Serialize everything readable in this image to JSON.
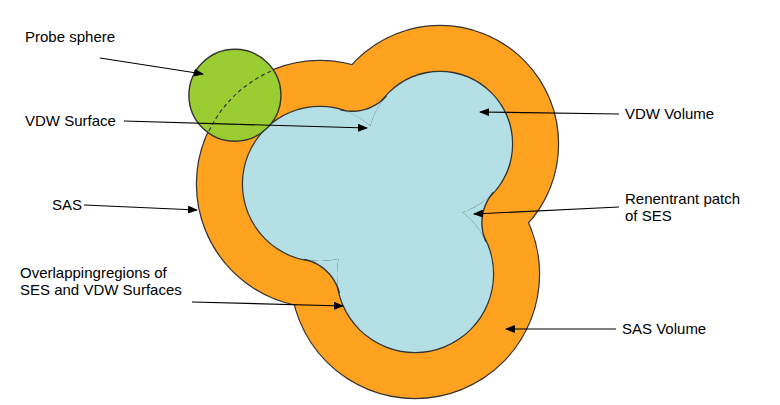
{
  "diagram": {
    "labels": [
      "Probe sphere",
      "VDW Surface",
      "VDW Volume",
      "SAS",
      "Renentrant patch of SES",
      "Overlappingregions of SES and VDW Surfaces",
      "SAS Volume"
    ]
  }
}
